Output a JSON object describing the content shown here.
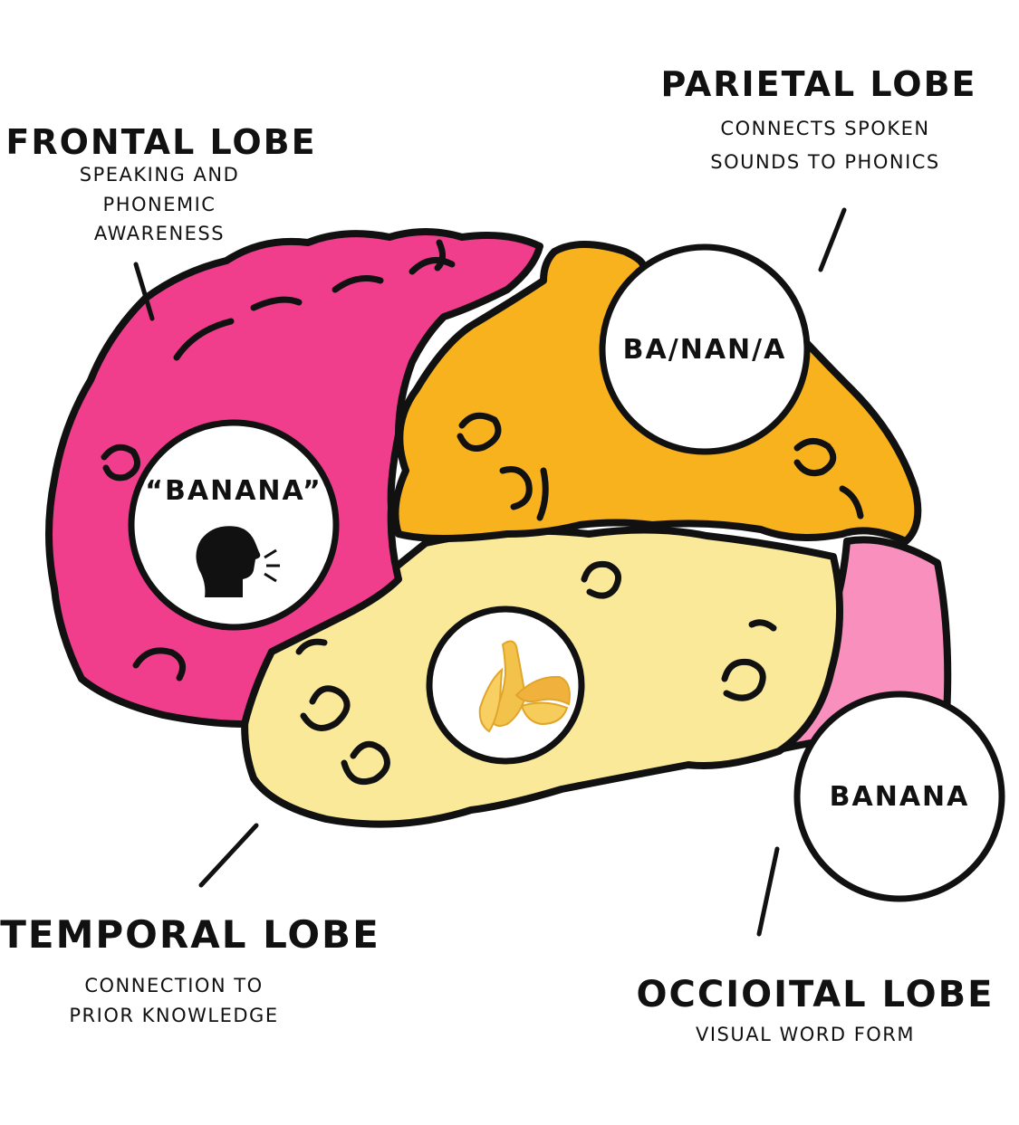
{
  "colors": {
    "frontal": "#f03e8c",
    "parietal": "#f7b21e",
    "temporal": "#fbe99a",
    "occipital": "#f98fbc",
    "outline": "#111111",
    "banana": "#f5c44a"
  },
  "labels": {
    "frontal": {
      "title": "FRONTAL LOBE",
      "desc": [
        "SPEAKING AND",
        "PHONEMIC",
        "AWARENESS"
      ]
    },
    "parietal": {
      "title": "PARIETAL LOBE",
      "desc": [
        "CONNECTS SPOKEN",
        "SOUNDS TO PHONICS"
      ]
    },
    "temporal": {
      "title": "TEMPORAL LOBE",
      "desc": [
        "CONNECTION TO",
        "PRIOR KNOWLEDGE"
      ]
    },
    "occipital": {
      "title": "OCCIOITAL LOBE",
      "desc": [
        "VISUAL WORD FORM"
      ]
    }
  },
  "circles": {
    "frontal_text": "“BANANA”",
    "frontal_icon": "speaking-head-icon",
    "parietal_text": "BA/NAN/A",
    "temporal_icon": "banana-icon",
    "occipital_text": "BANANA"
  }
}
